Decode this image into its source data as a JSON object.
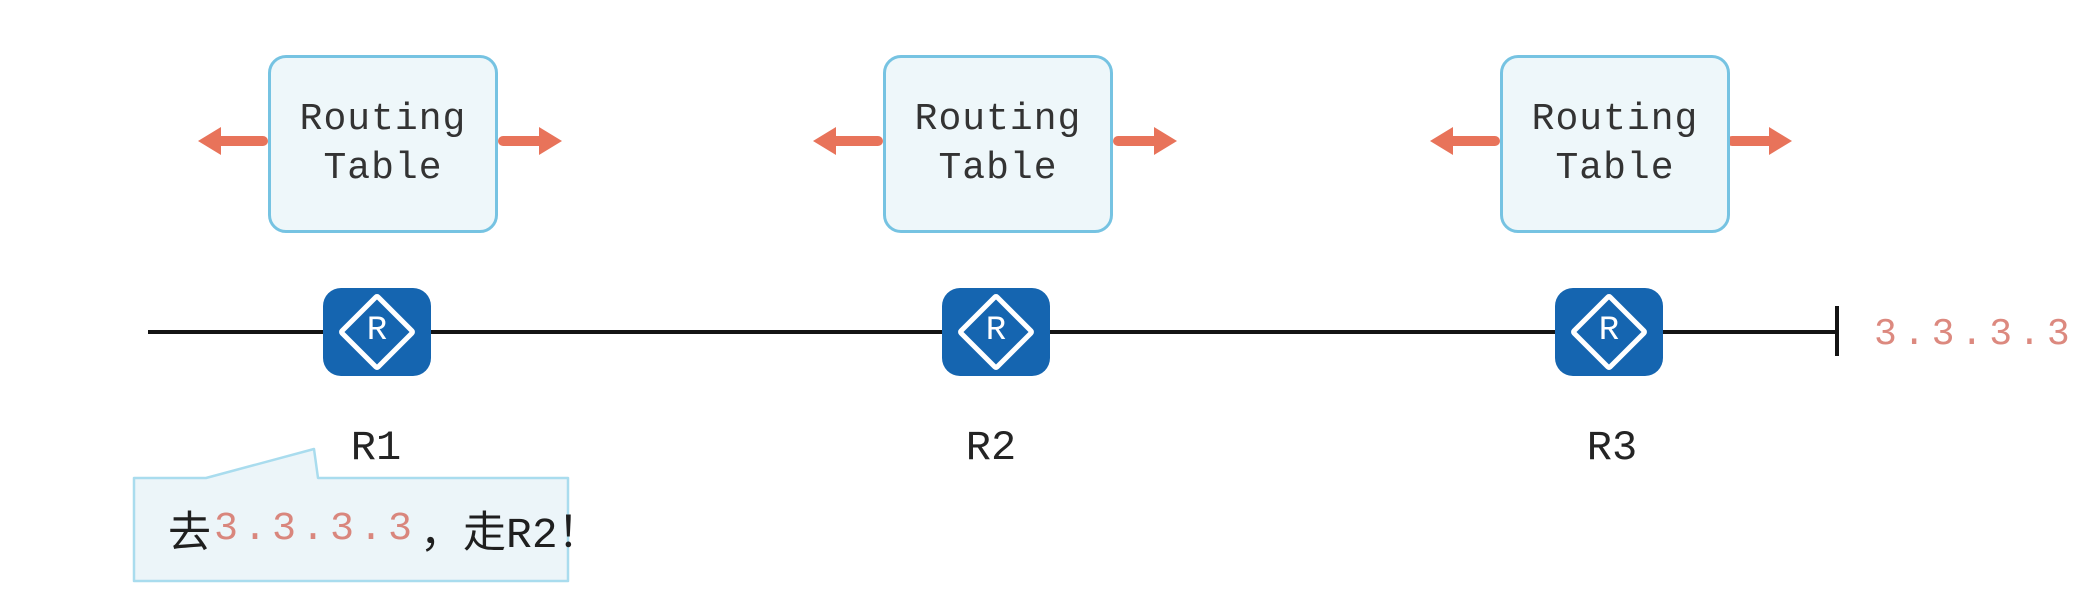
{
  "diagram": {
    "routing_table": {
      "line1": "Routing",
      "line2": "Table"
    },
    "router_icon_letter": "R",
    "routers": [
      {
        "name": "R1"
      },
      {
        "name": "R2"
      },
      {
        "name": "R3"
      }
    ],
    "link_end_label": "3.3.3.3",
    "callout": {
      "prefix": "去",
      "ip": "3.3.3.3",
      "suffix": "，走R2！"
    }
  },
  "colors": {
    "router_blue": "#1565b0",
    "arrow_salmon": "#e8735a",
    "ip_salmon": "#dc897f",
    "box_border": "#76c3e2",
    "box_fill": "#eef7fa",
    "bubble_border": "#a9dcee",
    "bubble_fill": "#ecf5f9",
    "line_black": "#141414",
    "label_text": "#242424"
  }
}
